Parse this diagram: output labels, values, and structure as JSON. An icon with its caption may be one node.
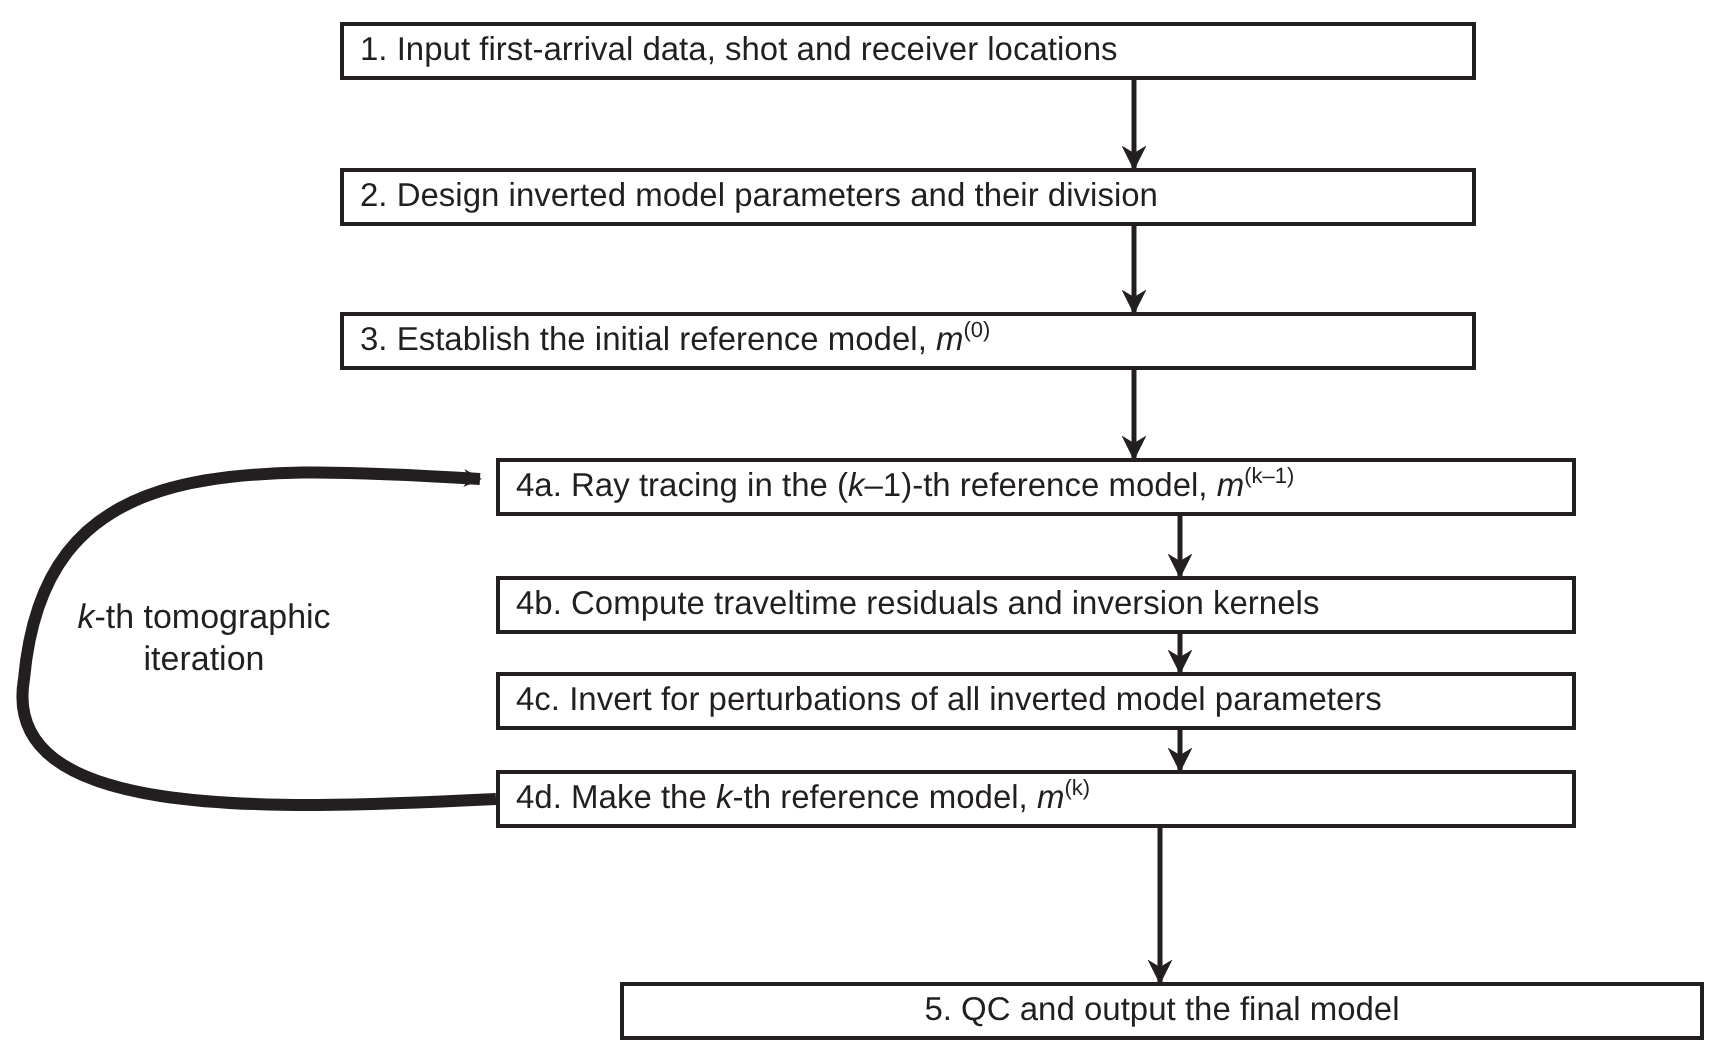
{
  "diagram": {
    "nodes": [
      {
        "text": [
          "1. Input first-arrival data, shot and receiver locations"
        ]
      },
      {
        "text": [
          "2. Design inverted model parameters and their division"
        ]
      },
      {
        "text": [
          "3. Establish the initial reference model, *m*$^{(0)}$"
        ]
      },
      {
        "text": [
          "4a. Ray tracing in the (*k*–1)-th reference model, *m*$^{(k–1)}$"
        ]
      },
      {
        "text": [
          "4b. Compute traveltime residuals and inversion kernels"
        ]
      },
      {
        "text": [
          "4c. Invert for perturbations of all inverted model parameters"
        ]
      },
      {
        "text": [
          "4d. Make the *k*-th reference model, *m*$^{(k)}$"
        ]
      },
      {
        "text": [
          "5. QC and output the final model"
        ]
      }
    ],
    "edges": [
      {
        "from": 0,
        "to": 1,
        "arrow": "to"
      },
      {
        "from": 1,
        "to": 2,
        "arrow": "to"
      },
      {
        "from": 2,
        "to": 3,
        "arrow": "to"
      },
      {
        "from": 3,
        "to": 4,
        "arrow": "to"
      },
      {
        "from": 4,
        "to": 5,
        "arrow": "to"
      },
      {
        "from": 5,
        "to": 6,
        "arrow": "to"
      },
      {
        "from": 6,
        "to": 7,
        "arrow": "to"
      },
      {
        "from": 6,
        "to": 3,
        "arrow": "to",
        "label": "*k*-th tomographic iteration",
        "style": "thick"
      }
    ]
  }
}
